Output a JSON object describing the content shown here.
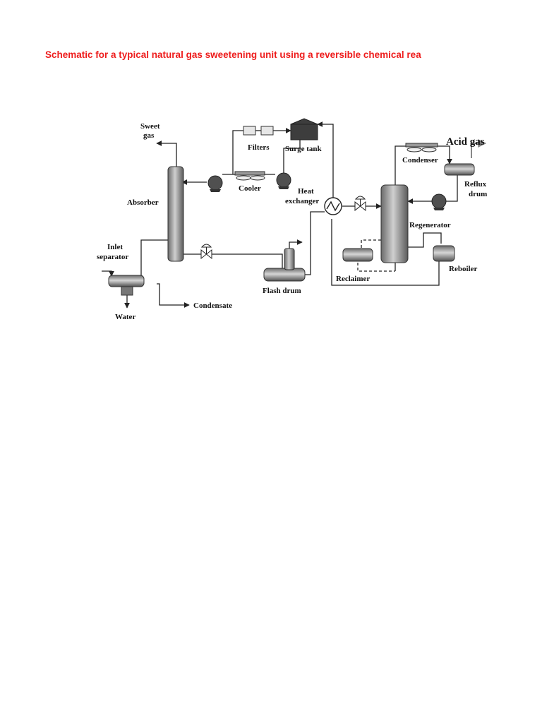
{
  "title": "Schematic for a typical natural gas sweetening unit using a reversible chemical rea",
  "colors": {
    "title": "#ee1c1c",
    "equipment_light": "#d9d9d9",
    "equipment_dark": "#4a4a4a",
    "line": "#222222"
  },
  "labels": {
    "sweet_gas_1": "Sweet",
    "sweet_gas_2": "gas",
    "filters": "Filters",
    "surge_tank": "Surge tank",
    "acid_gas": "Acid gas",
    "condenser": "Condenser",
    "absorber": "Absorber",
    "cooler": "Cooler",
    "heat_exchanger_1": "Heat",
    "heat_exchanger_2": "exchanger",
    "reflux_drum_1": "Reflux",
    "reflux_drum_2": "drum",
    "regenerator": "Regenerator",
    "inlet_separator_1": "Inlet",
    "inlet_separator_2": "separator",
    "flash_drum": "Flash drum",
    "reclaimer": "Reclaimer",
    "reboiler": "Reboiler",
    "condensate": "Condensate",
    "water": "Water"
  }
}
